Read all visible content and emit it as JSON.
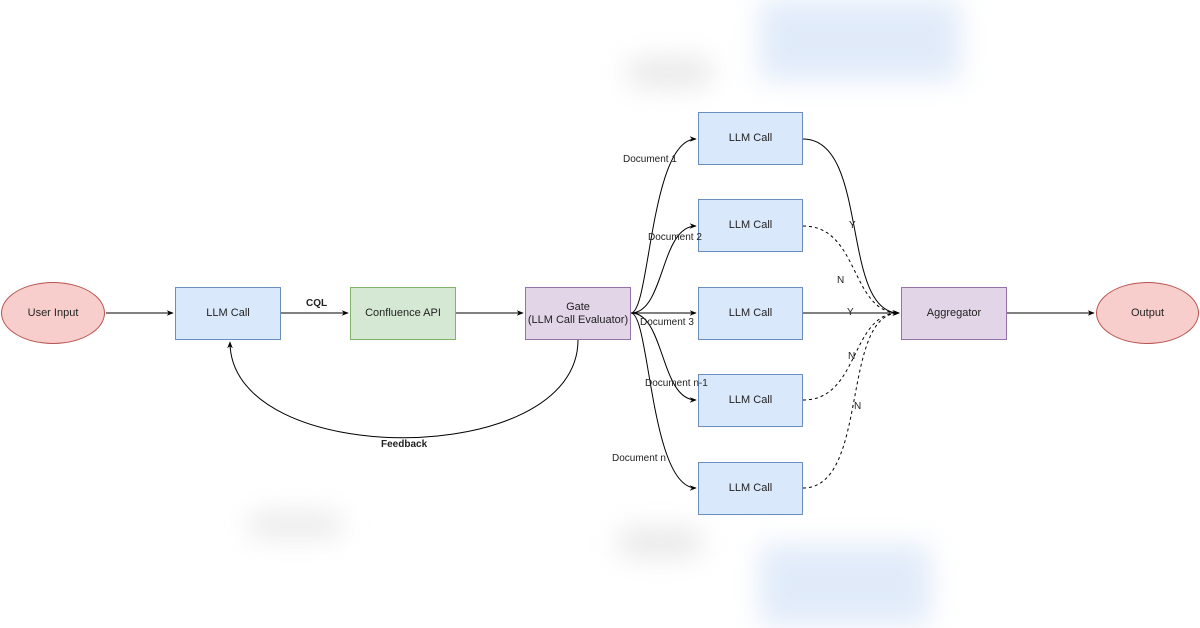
{
  "nodes": {
    "user_input": "User Input",
    "llm_call_main": "LLM Call",
    "confluence_api": "Confluence API",
    "gate_line1": "Gate",
    "gate_line2": "(LLM Call Evaluator)",
    "llm_call_1": "LLM Call",
    "llm_call_2": "LLM Call",
    "llm_call_3": "LLM Call",
    "llm_call_4": "LLM Call",
    "llm_call_5": "LLM Call",
    "aggregator": "Aggregator",
    "output": "Output"
  },
  "edge_labels": {
    "cql": "CQL",
    "feedback": "Feedback",
    "doc1": "Document 1",
    "doc2": "Document 2",
    "doc3": "Document 3",
    "docn1": "Document n-1",
    "docn": "Document n",
    "y1": "Y",
    "n2": "N",
    "y3": "Y",
    "n4": "N",
    "n5": "N"
  },
  "colors": {
    "blue_fill": "#dae8fc",
    "green_fill": "#d5e8d4",
    "purple_fill": "#e1d5e7",
    "red_fill": "#f8cecc"
  }
}
